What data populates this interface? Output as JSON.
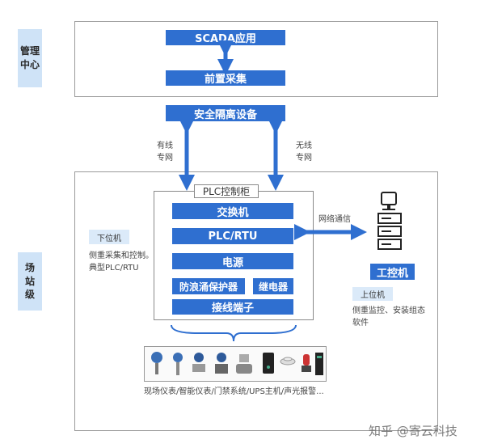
{
  "management": {
    "side_label": "管理\n中心",
    "scada": "SCADA应用",
    "front_collect": "前置采集"
  },
  "security_device": "安全隔离设备",
  "links": {
    "wired": "有线\n专网",
    "wireless": "无线\n专网",
    "network": "网络通信"
  },
  "station": {
    "side_label": "场\n站\n级",
    "plc_cabinet_title": "PLC控制柜",
    "switch": "交换机",
    "plc_rtu": "PLC/RTU",
    "power": "电源",
    "surge": "防浪涌保护器",
    "relay": "继电器",
    "terminal": "接线端子",
    "lower_machine_label": "下位机",
    "lower_machine_desc": "侧重采集和控制。\n典型PLC/RTU",
    "industrial_pc": "工控机",
    "upper_machine_label": "上位机",
    "upper_machine_desc": "侧重监控、安装组态\n软件",
    "field_devices": "现场仪表/智能仪表/门禁系统/UPS主机/声光报警..."
  },
  "watermark": "知乎 @寄云科技",
  "colors": {
    "accent": "#2f6fd0",
    "side_bg": "#cfe3f7"
  }
}
